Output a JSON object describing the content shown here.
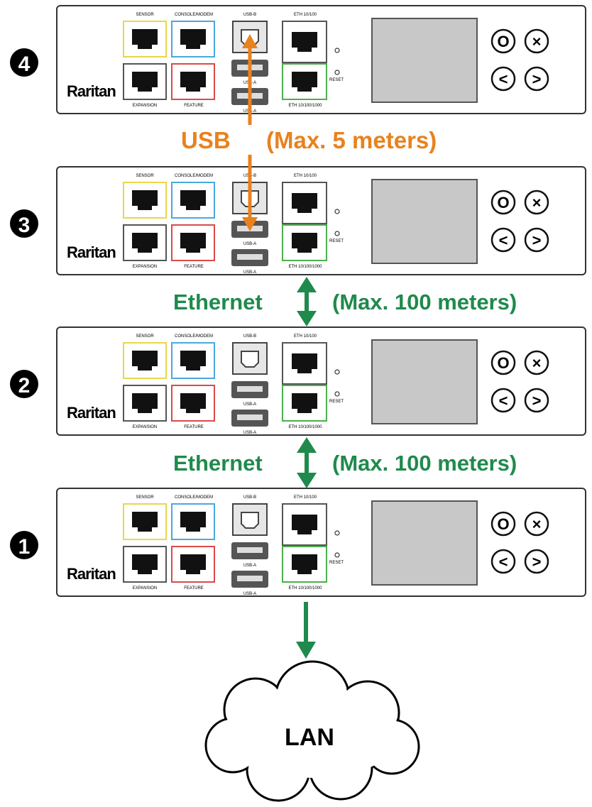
{
  "units": [
    {
      "badge": "4",
      "brand": "Raritan",
      "port_labels": {
        "sensor": "SENSOR",
        "console": "CONSOLE/MODEM",
        "expansion": "EXPANSION",
        "feature": "FEATURE",
        "usb_b": "USB-B",
        "usb_a1": "USB-A",
        "usb_a2": "USB-A",
        "eth_top": "ETH 10/100",
        "eth_bottom": "ETH 10/100/1000",
        "reset": "RESET"
      },
      "buttons": {
        "ok": "O",
        "cancel": "×",
        "left": "<",
        "right": ">"
      }
    },
    {
      "badge": "3",
      "brand": "Raritan",
      "port_labels": {
        "sensor": "SENSOR",
        "console": "CONSOLE/MODEM",
        "expansion": "EXPANSION",
        "feature": "FEATURE",
        "usb_b": "USB-B",
        "usb_a1": "USB-A",
        "usb_a2": "USB-A",
        "eth_top": "ETH 10/100",
        "eth_bottom": "ETH 10/100/1000",
        "reset": "RESET"
      },
      "buttons": {
        "ok": "O",
        "cancel": "×",
        "left": "<",
        "right": ">"
      }
    },
    {
      "badge": "2",
      "brand": "Raritan",
      "port_labels": {
        "sensor": "SENSOR",
        "console": "CONSOLE/MODEM",
        "expansion": "EXPANSION",
        "feature": "FEATURE",
        "usb_b": "USB-B",
        "usb_a1": "USB-A",
        "usb_a2": "USB-A",
        "eth_top": "ETH 10/100",
        "eth_bottom": "ETH 10/100/1000",
        "reset": "RESET"
      },
      "buttons": {
        "ok": "O",
        "cancel": "×",
        "left": "<",
        "right": ">"
      }
    },
    {
      "badge": "1",
      "brand": "Raritan",
      "port_labels": {
        "sensor": "SENSOR",
        "console": "CONSOLE/MODEM",
        "expansion": "EXPANSION",
        "feature": "FEATURE",
        "usb_b": "USB-B",
        "usb_a1": "USB-A",
        "usb_a2": "USB-A",
        "eth_top": "ETH 10/100",
        "eth_bottom": "ETH 10/100/1000",
        "reset": "RESET"
      },
      "buttons": {
        "ok": "O",
        "cancel": "×",
        "left": "<",
        "right": ">"
      }
    }
  ],
  "links": [
    {
      "label": "USB",
      "limit": "(Max. 5 meters)",
      "color": "#e8821e"
    },
    {
      "label": "Ethernet",
      "limit": "(Max. 100 meters)",
      "color": "#1f8a4c"
    },
    {
      "label": "Ethernet",
      "limit": "(Max. 100 meters)",
      "color": "#1f8a4c"
    }
  ],
  "lan": {
    "label": "LAN"
  },
  "colors": {
    "usb": "#e8821e",
    "ethernet": "#1f8a4c",
    "sensor_port": "#e8d84a",
    "console_port": "#4aa8e0",
    "feature_port": "#d94a4a",
    "eth_port": "#4cae4c",
    "display": "#c8c8c8"
  }
}
